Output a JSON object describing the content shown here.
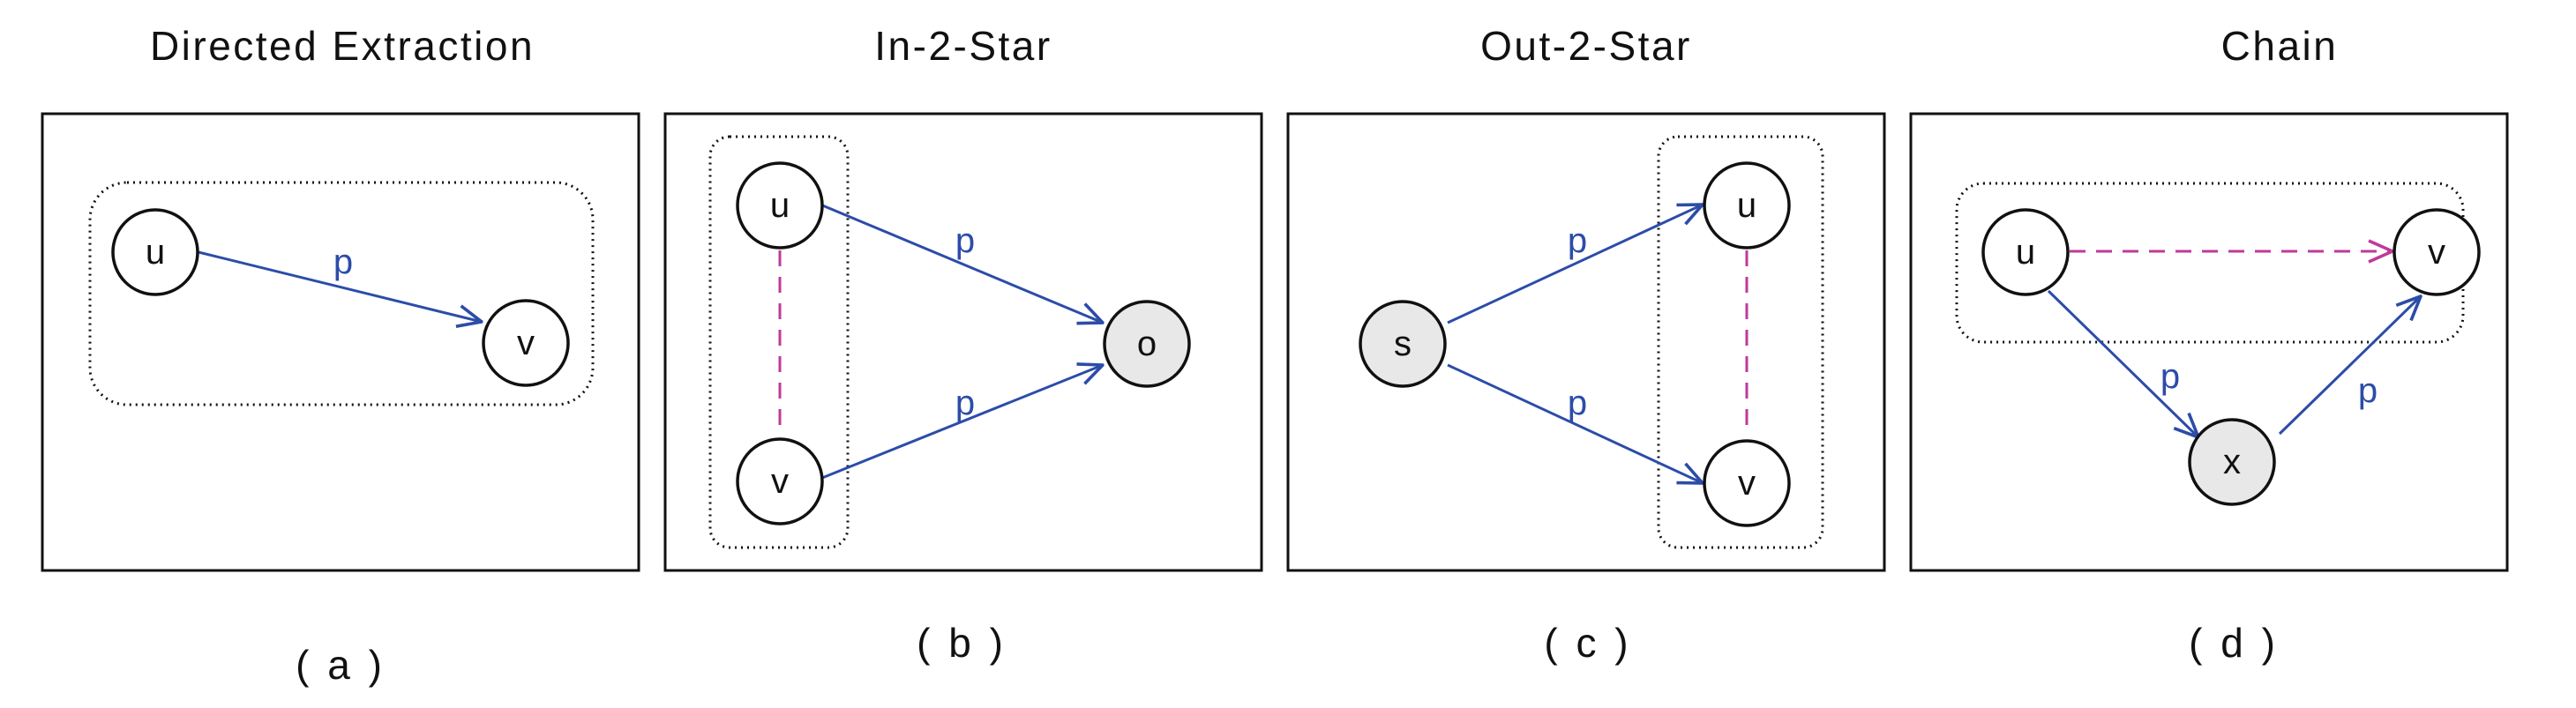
{
  "colors": {
    "edge": "#2c4ca8",
    "dashed_edge": "#c0399a",
    "node_fill_white": "#ffffff",
    "node_fill_gray": "#e8e8e8"
  },
  "panels": [
    {
      "title": "Directed Extraction",
      "caption": "( a )",
      "nodes": [
        {
          "label": "u",
          "fill": "white"
        },
        {
          "label": "v",
          "fill": "white"
        }
      ],
      "edges": [
        {
          "label": "p",
          "style": "solid"
        }
      ]
    },
    {
      "title": "In-2-Star",
      "caption": "( b )",
      "nodes": [
        {
          "label": "u",
          "fill": "white"
        },
        {
          "label": "v",
          "fill": "white"
        },
        {
          "label": "o",
          "fill": "gray"
        }
      ],
      "edges": [
        {
          "label": "p",
          "style": "solid"
        },
        {
          "label": "p",
          "style": "solid"
        },
        {
          "label": "",
          "style": "dashed"
        }
      ]
    },
    {
      "title": "Out-2-Star",
      "caption": "( c )",
      "nodes": [
        {
          "label": "s",
          "fill": "gray"
        },
        {
          "label": "u",
          "fill": "white"
        },
        {
          "label": "v",
          "fill": "white"
        }
      ],
      "edges": [
        {
          "label": "p",
          "style": "solid"
        },
        {
          "label": "p",
          "style": "solid"
        },
        {
          "label": "",
          "style": "dashed"
        }
      ]
    },
    {
      "title": "Chain",
      "caption": "( d )",
      "nodes": [
        {
          "label": "u",
          "fill": "white"
        },
        {
          "label": "v",
          "fill": "white"
        },
        {
          "label": "x",
          "fill": "gray"
        }
      ],
      "edges": [
        {
          "label": "",
          "style": "dashed"
        },
        {
          "label": "p",
          "style": "solid"
        },
        {
          "label": "p",
          "style": "solid"
        }
      ]
    }
  ]
}
